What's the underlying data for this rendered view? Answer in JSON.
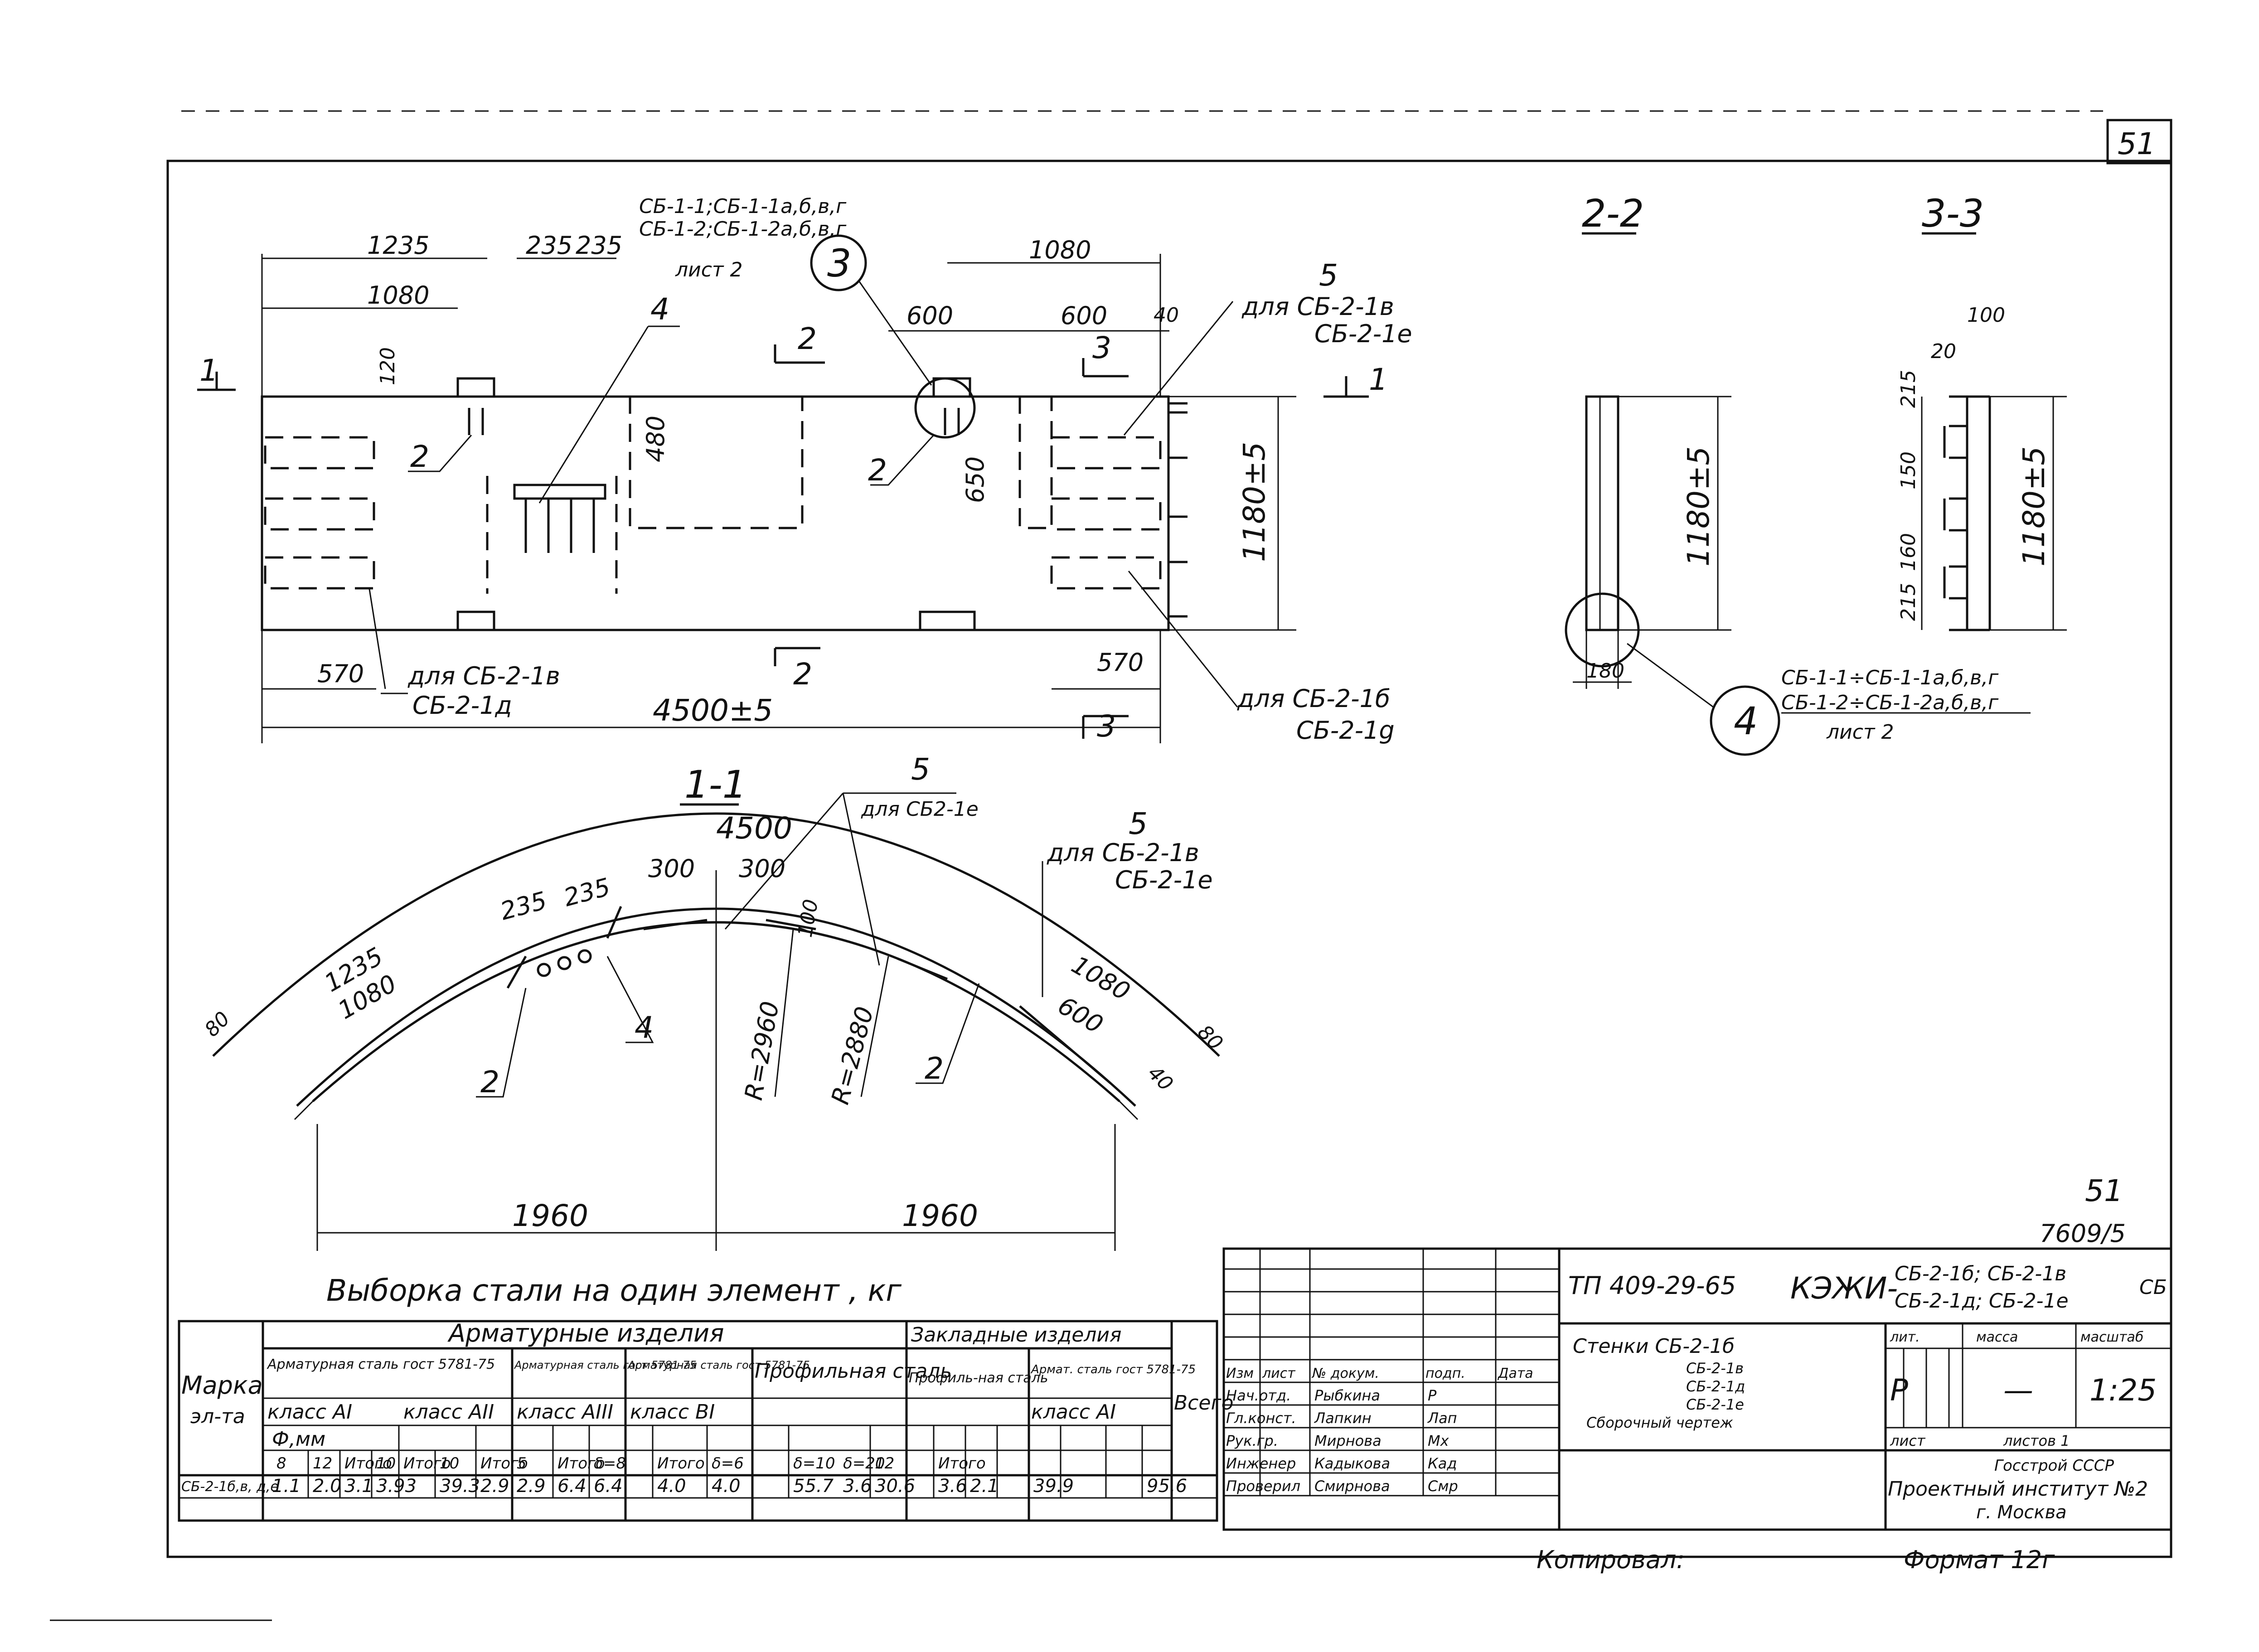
{
  "sheet": {
    "sheet_number": "51",
    "sheet_number_2": "51",
    "inventory_number": "7609/5",
    "copied_by": "Копировал:",
    "format": "Формат 12г"
  },
  "plan": {
    "dims_top": [
      "1235",
      "235",
      "235",
      "1080",
      "1080",
      "600",
      "600",
      "40"
    ],
    "dims_left": [
      "120",
      "480",
      "650",
      "1180±5"
    ],
    "dims_bottom": [
      "570",
      "4500±5",
      "570"
    ],
    "section_marks": [
      "1",
      "1",
      "2",
      "2",
      "3",
      "3"
    ],
    "callouts": [
      "2",
      "2",
      "4"
    ],
    "bubble": "3",
    "bubble_note_1": "СБ-1-1;СБ-1-1а,б,в,г",
    "bubble_note_2": "СБ-1-2;СБ-1-2а,б,в,г",
    "bubble_note_3": "лист 2",
    "note5_number": "5",
    "note5_1": "для  СБ-2-1в",
    "note5_2": "СБ-2-1е",
    "note_bl_1": "для  СБ-2-1в",
    "note_bl_2": "СБ-2-1д",
    "note_br_1": "для СБ-2-1б",
    "note_br_2": "СБ-2-1g"
  },
  "sec22": {
    "title": "2-2",
    "dim_h": "1180±5",
    "dim_w": "180"
  },
  "sec33": {
    "title": "3-3",
    "dim_h": "1180±5",
    "dims": [
      "100",
      "20",
      "215",
      "150",
      "215",
      "160"
    ],
    "bubble": "4",
    "note_1": "СБ-1-1÷СБ-1-1а,б,в,г",
    "note_2": "СБ-1-2÷СБ-1-2а,б,в,г",
    "note_3": "лист 2"
  },
  "sec11": {
    "title": "1-1",
    "dims": [
      "4500",
      "1235",
      "1080",
      "235",
      "235",
      "300",
      "300",
      "100",
      "1080",
      "600",
      "80",
      "80",
      "40"
    ],
    "radii": [
      "R=2960",
      "R=2880"
    ],
    "half_spans": [
      "1960",
      "1960"
    ],
    "callouts": [
      "2",
      "2",
      "4",
      "5",
      "5"
    ],
    "note_a": "для СБ2-1е",
    "note_b_1": "для  СБ-2-1в",
    "note_b_2": "СБ-2-1е"
  },
  "steel_table": {
    "title": "Выборка   стали   на   один   элемент , кг",
    "header_group_1": "Арматурные   изделия",
    "header_group_2": "Закладные изделия",
    "col_marka": "Марка",
    "col_marka_2": "эл-та",
    "col_a1": "Арматурная сталь гост 5781-75",
    "col_a3": "Арматурная сталь гост 5781-75",
    "col_b1": "Арматурная сталь гост 5781-75",
    "col_profile": "Профильная сталь",
    "col_profile2": "Профиль-ная сталь",
    "col_arm_steel": "Армат. сталь гост 5781-75",
    "col_total": "Всего",
    "class_a1": "класс АI",
    "class_a2": "класс АII",
    "class_a3": "класс АIII",
    "class_b1": "класс ВI",
    "class_a1_2": "класс АI",
    "d_mm": "Ф,мм",
    "sub_d": [
      "8",
      "12",
      "Итого",
      "10",
      "Итого",
      "10",
      "Итого",
      "5",
      "Итого",
      "δ=8",
      "Итого",
      "δ=6",
      "δ=10",
      "δ=20",
      "12",
      "Итого"
    ],
    "row": {
      "marka": "СБ-2-1б,в, д,е",
      "values": [
        "1.1",
        "2.0",
        "3.1",
        "3.93",
        "39.3",
        "2.9",
        "2.9",
        "6.4",
        "6.4",
        "4.0",
        "4.0",
        "55.7",
        "3.6",
        "30.6",
        "3.6",
        "2.1",
        "39.9",
        "95.6"
      ]
    }
  },
  "title_block": {
    "doc_code": "ТП 409-29-65",
    "series": "КЭЖИ-",
    "marks_1": "СБ-2-1б; СБ-2-1в",
    "marks_2": "СБ-2-1д; СБ-2-1е",
    "marks_3": "СБ",
    "name_1": "Стенки    СБ-2-1б",
    "name_2": "СБ-2-1в",
    "name_3": "СБ-2-1д",
    "name_4": "СБ-2-1е",
    "name_5": "Сборочный  чертеж",
    "stage_label": "лит.",
    "stage": "Р",
    "mass_label": "масса",
    "mass": "—",
    "scale_label": "масштаб",
    "scale": "1:25",
    "sheet_label": "лист",
    "sheets_label": "листов 1",
    "org_1": "Госстрой СССР",
    "org_2": "Проектный институт №2",
    "org_3": "г. Москва",
    "head_cols": [
      "Изм",
      "лист",
      "№ докум.",
      "подп.",
      "Дата"
    ],
    "roles": [
      "Нач.отд.",
      "Гл.конст.",
      "Рук.гр.",
      "Инженер",
      "Проверил"
    ],
    "names": [
      "Рыбкина",
      "Лапкин",
      "Мирнова",
      "Кадыкова",
      "Смирнова"
    ],
    "sigs": [
      "Р",
      "Лап",
      "Мх",
      "Кад",
      "Смр"
    ]
  }
}
